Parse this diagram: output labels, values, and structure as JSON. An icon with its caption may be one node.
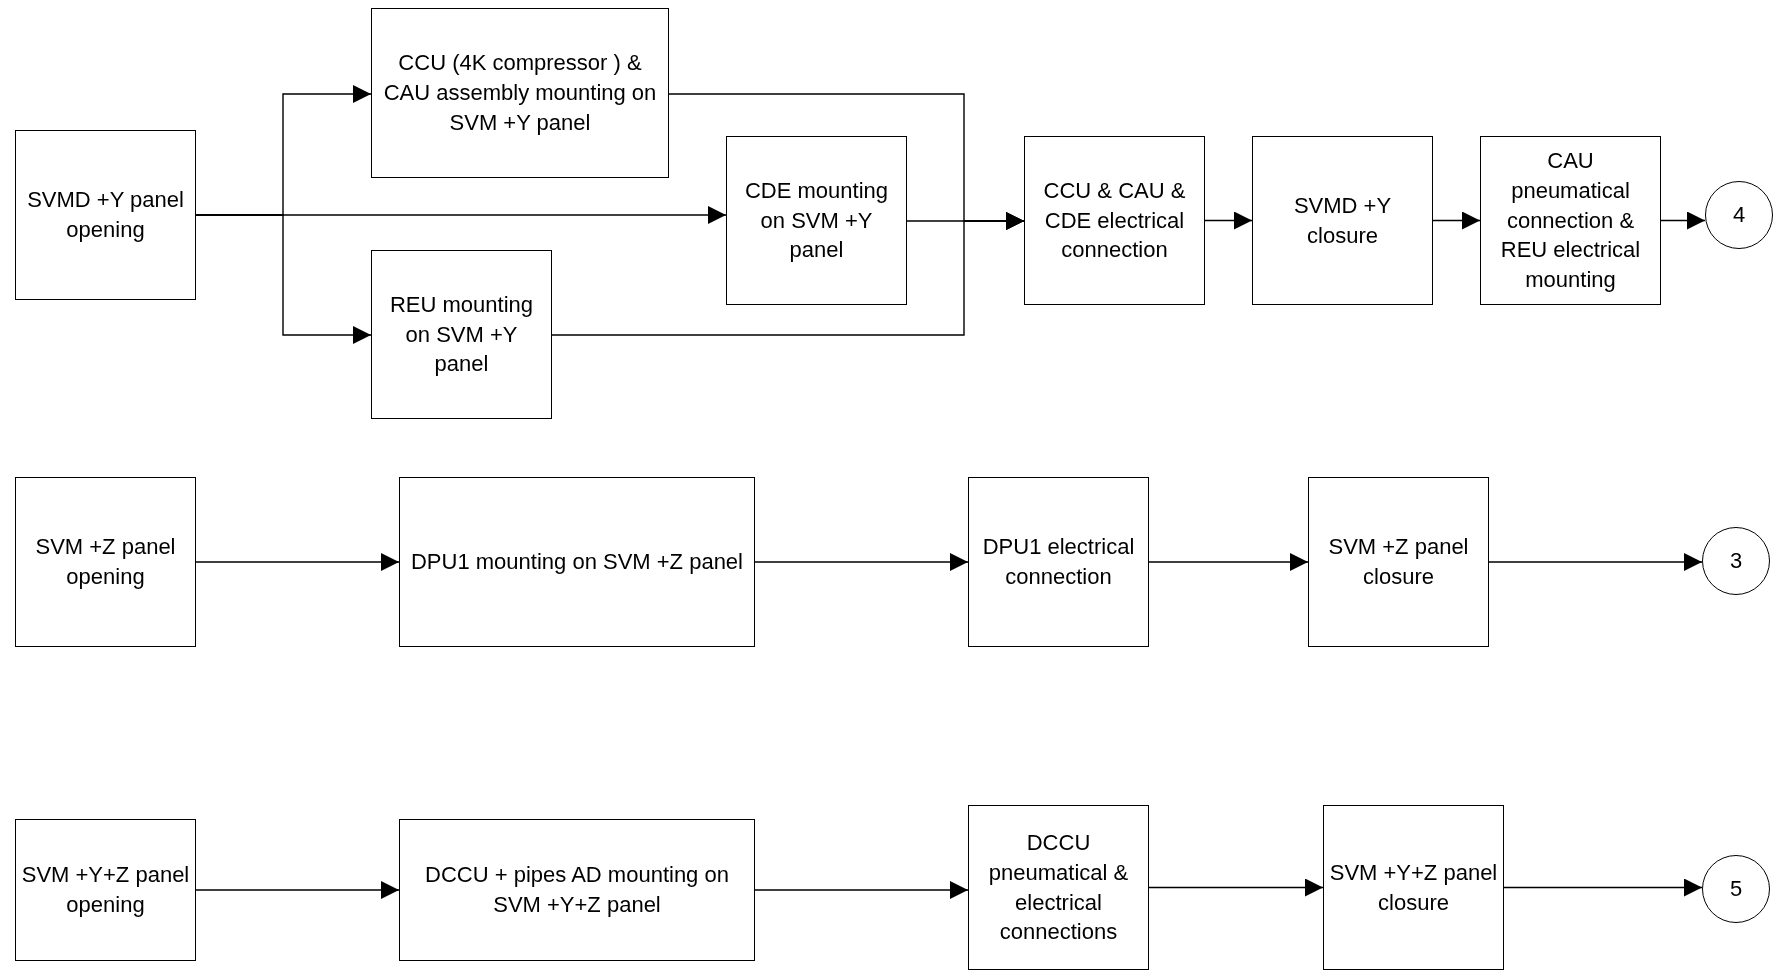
{
  "diagram": {
    "nodes": [
      {
        "text": [
          "SVMD +Y panel opening"
        ]
      },
      {
        "text": [
          "CCU (4K compressor ) & CAU assembly mounting on SVM +Y panel"
        ]
      },
      {
        "text": [
          "CDE mounting on SVM +Y panel"
        ]
      },
      {
        "text": [
          "REU mounting on SVM +Y panel"
        ]
      },
      {
        "text": [
          "CCU & CAU & CDE electrical connection"
        ]
      },
      {
        "text": [
          "SVMD +Y closure"
        ]
      },
      {
        "text": [
          "CAU pneumatical connection & REU electrical mounting"
        ]
      },
      {
        "text": [
          "4"
        ]
      },
      {
        "text": [
          "SVM +Z panel opening"
        ]
      },
      {
        "text": [
          "DPU1 mounting on SVM +Z panel"
        ]
      },
      {
        "text": [
          "DPU1 electrical connection"
        ]
      },
      {
        "text": [
          "SVM +Z panel closure"
        ]
      },
      {
        "text": [
          "3"
        ]
      },
      {
        "text": [
          "SVM +Y+Z panel opening"
        ]
      },
      {
        "text": [
          "DCCU + pipes AD mounting on SVM +Y+Z panel"
        ]
      },
      {
        "text": [
          "DCCU pneumatical & electrical connections"
        ]
      },
      {
        "text": [
          "SVM +Y+Z panel closure"
        ]
      },
      {
        "text": [
          "5"
        ]
      }
    ],
    "edges": [
      {
        "from": 0,
        "to": 1,
        "arrow": "to"
      },
      {
        "from": 0,
        "to": 2,
        "arrow": "to"
      },
      {
        "from": 0,
        "to": 3,
        "arrow": "to"
      },
      {
        "from": 1,
        "to": 4,
        "arrow": "to"
      },
      {
        "from": 2,
        "to": 4,
        "arrow": "to"
      },
      {
        "from": 3,
        "to": 4,
        "arrow": "to"
      },
      {
        "from": 4,
        "to": 5,
        "arrow": "to"
      },
      {
        "from": 5,
        "to": 6,
        "arrow": "to"
      },
      {
        "from": 6,
        "to": 7,
        "arrow": "to"
      },
      {
        "from": 8,
        "to": 9,
        "arrow": "to"
      },
      {
        "from": 9,
        "to": 10,
        "arrow": "to"
      },
      {
        "from": 10,
        "to": 11,
        "arrow": "to"
      },
      {
        "from": 11,
        "to": 12,
        "arrow": "to"
      },
      {
        "from": 13,
        "to": 14,
        "arrow": "to"
      },
      {
        "from": 14,
        "to": 15,
        "arrow": "to"
      },
      {
        "from": 15,
        "to": 16,
        "arrow": "to"
      },
      {
        "from": 16,
        "to": 17,
        "arrow": "to"
      }
    ]
  }
}
